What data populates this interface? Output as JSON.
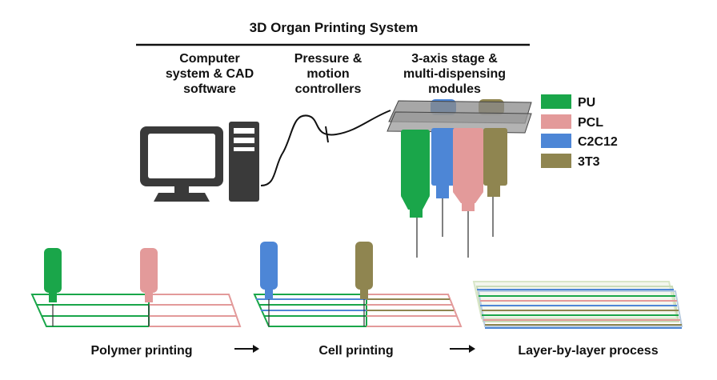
{
  "title": "3D Organ Printing System",
  "sections": {
    "computer": [
      "Computer",
      "system & CAD",
      "software"
    ],
    "controllers": [
      "Pressure &",
      "motion",
      "controllers"
    ],
    "stage": [
      "3-axis stage &",
      "multi-dispensing",
      "modules"
    ]
  },
  "legend": [
    {
      "label": "PU",
      "color": "#1aa64a"
    },
    {
      "label": "PCL",
      "color": "#e39a9a"
    },
    {
      "label": "C2C12",
      "color": "#4d86d6"
    },
    {
      "label": "3T3",
      "color": "#8f8550"
    }
  ],
  "process_steps": [
    "Polymer printing",
    "Cell printing",
    "Layer-by-layer process"
  ],
  "icons": [
    "computer-monitor-icon",
    "computer-tower-icon",
    "arrow-right-icon"
  ]
}
